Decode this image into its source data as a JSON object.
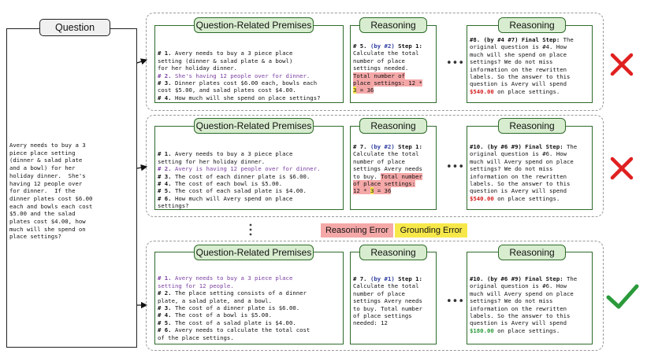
{
  "question": {
    "title": "Question",
    "text": "Avery needs to buy a 3\npiece place setting\n(dinner & salad plate\nand a bowl) for her\nholiday dinner.  She's\nhaving 12 people over\nfor dinner.  If the\ndinner plates cost $6.00\neach and bowls each cost\n$5.00 and the salad\nplates cost $4.00, how\nmuch will she spend on\nplace settings?"
  },
  "rows": [
    {
      "premises_title": "Question-Related Premises",
      "premises": [
        {
          "num": "# 1.",
          "text": " Avery needs to buy a 3 piece place\nsetting (dinner & salad plate & a bowl)\nfor her holiday dinner."
        },
        {
          "num": "# 2.",
          "text": " She's having 12 people over for dinner."
        },
        {
          "num": "# 3.",
          "text": " Dinner plates cost $6.00 each, bowls each\ncost $5.00, and salad plates cost $4.00."
        },
        {
          "num": "# 4.",
          "text": " How much will she spend on place settings?"
        }
      ],
      "reasoning_title": "Reasoning",
      "step": {
        "num": "# 5.",
        "ref": "(by #2)",
        "label": "Step 1:",
        "pre": "Calculate the total\nnumber of place\nsettings needed.",
        "err_a": "Total number of\nplace settings: 12 *\n",
        "ground": "3",
        "err_b": " = 36"
      },
      "final_title": "Reasoning",
      "final": {
        "head": "#8. (by #4 #7) Final Step:",
        "body": " The\noriginal question is #4. How\nmuch will she spend on place\nsettings? We do not miss\ninformation on the rewritten\nlabels. So the answer to this\nquestion is Avery will spend\n",
        "answer": "$540.00",
        "tail": " on place settings."
      },
      "verdict": "cross-icon"
    },
    {
      "premises_title": "Question-Related Premises",
      "premises": [
        {
          "num": "# 1.",
          "text": " Avery needs to buy a 3 piece place\nsetting for her holiday dinner."
        },
        {
          "num": "# 2.",
          "text": " Avery is having 12 people over for dinner."
        },
        {
          "num": "# 3.",
          "text": " The cost of each dinner plate is $6.00."
        },
        {
          "num": "# 4.",
          "text": " The cost of each bowl is $5.00."
        },
        {
          "num": "# 5.",
          "text": " The cost of each salad plate is $4.00."
        },
        {
          "num": "# 6.",
          "text": " How much will Avery spend on place\nsettings?"
        }
      ],
      "reasoning_title": "Reasoning",
      "step": {
        "num": "# 7.",
        "ref": "(by #2)",
        "label": "Step 1:",
        "pre": "Calculate the total\nnumber of place\nsettings Avery needs\nto buy. ",
        "err_a": "Total number\nof place settings:\n12 * ",
        "ground": "3",
        "err_b": " = 36"
      },
      "final_title": "Reasoning",
      "final": {
        "head": "#10. (by #6 #9) Final Step:",
        "body": " The\noriginal question is #6. How\nmuch will Avery spend on place\nsettings? We do not miss\ninformation on the rewritten\nlabels. So the answer to this\nquestion is Avery will spend\n",
        "answer": "$540.00",
        "tail": " on place settings."
      },
      "verdict": "cross-icon"
    },
    {
      "premises_title": "Question-Related Premises",
      "premises": [
        {
          "num": "# 1.",
          "text": " Avery needs to buy a 3 piece place\nsetting for 12 people."
        },
        {
          "num": "# 2.",
          "text": " The place setting consists of a dinner\nplate, a salad plate, and a bowl."
        },
        {
          "num": "# 3.",
          "text": " The cost of a dinner plate is $6.00."
        },
        {
          "num": "# 4.",
          "text": " The cost of a bowl is $5.00."
        },
        {
          "num": "# 5.",
          "text": " The cost of a salad plate is $4.00."
        },
        {
          "num": "# 6.",
          "text": " Avery needs to calculate the total cost\nof the place settings."
        }
      ],
      "reasoning_title": "Reasoning",
      "step": {
        "num": "# 7.",
        "ref": "(by #1)",
        "label": "Step 1:",
        "pre": "Calculate the total\nnumber of place\nsettings Avery needs\nto buy. Total number\nof place settings\nneeded: 12"
      },
      "final_title": "Reasoning",
      "final": {
        "head": "#10. (by #6 #9) Final Step:",
        "body": " The\noriginal question is #6. How\nmuch will Avery spend on place\nsettings? We do not miss\ninformation on the rewritten\nlabels. So the answer to this\nquestion is Avery will spend\n",
        "answer": "$180.00",
        "tail": " on place settings."
      },
      "verdict": "check-icon"
    }
  ],
  "legend": {
    "reasoning_error": "Reasoning Error",
    "grounding_error": "Grounding Error"
  },
  "colors": {
    "panel_border": "#2e6b2a",
    "panel_title_bg": "#d8edcf",
    "reasoning_error": "#f5a8a8",
    "grounding_error": "#f7e84a",
    "wrong": "#e02020",
    "correct": "#2a9a3a",
    "premise_highlight": "#7a3fa0"
  }
}
